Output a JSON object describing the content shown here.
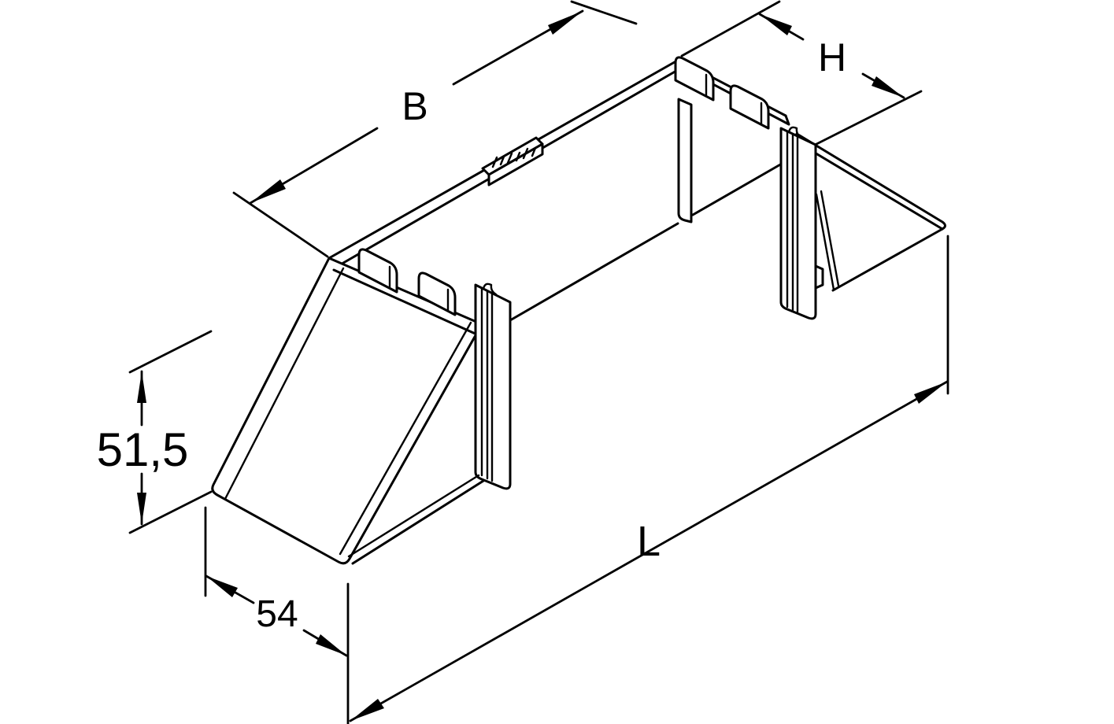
{
  "page": {
    "background": "#ffffff",
    "line_color": "#000000",
    "kind": "isometric technical line drawing of a trunking end piece with outlet chute"
  },
  "dimensions": {
    "B": {
      "label": "B"
    },
    "H": {
      "label": "H"
    },
    "L": {
      "label": "L"
    },
    "height": {
      "label": "51,5"
    },
    "depth": {
      "label": "54"
    }
  }
}
